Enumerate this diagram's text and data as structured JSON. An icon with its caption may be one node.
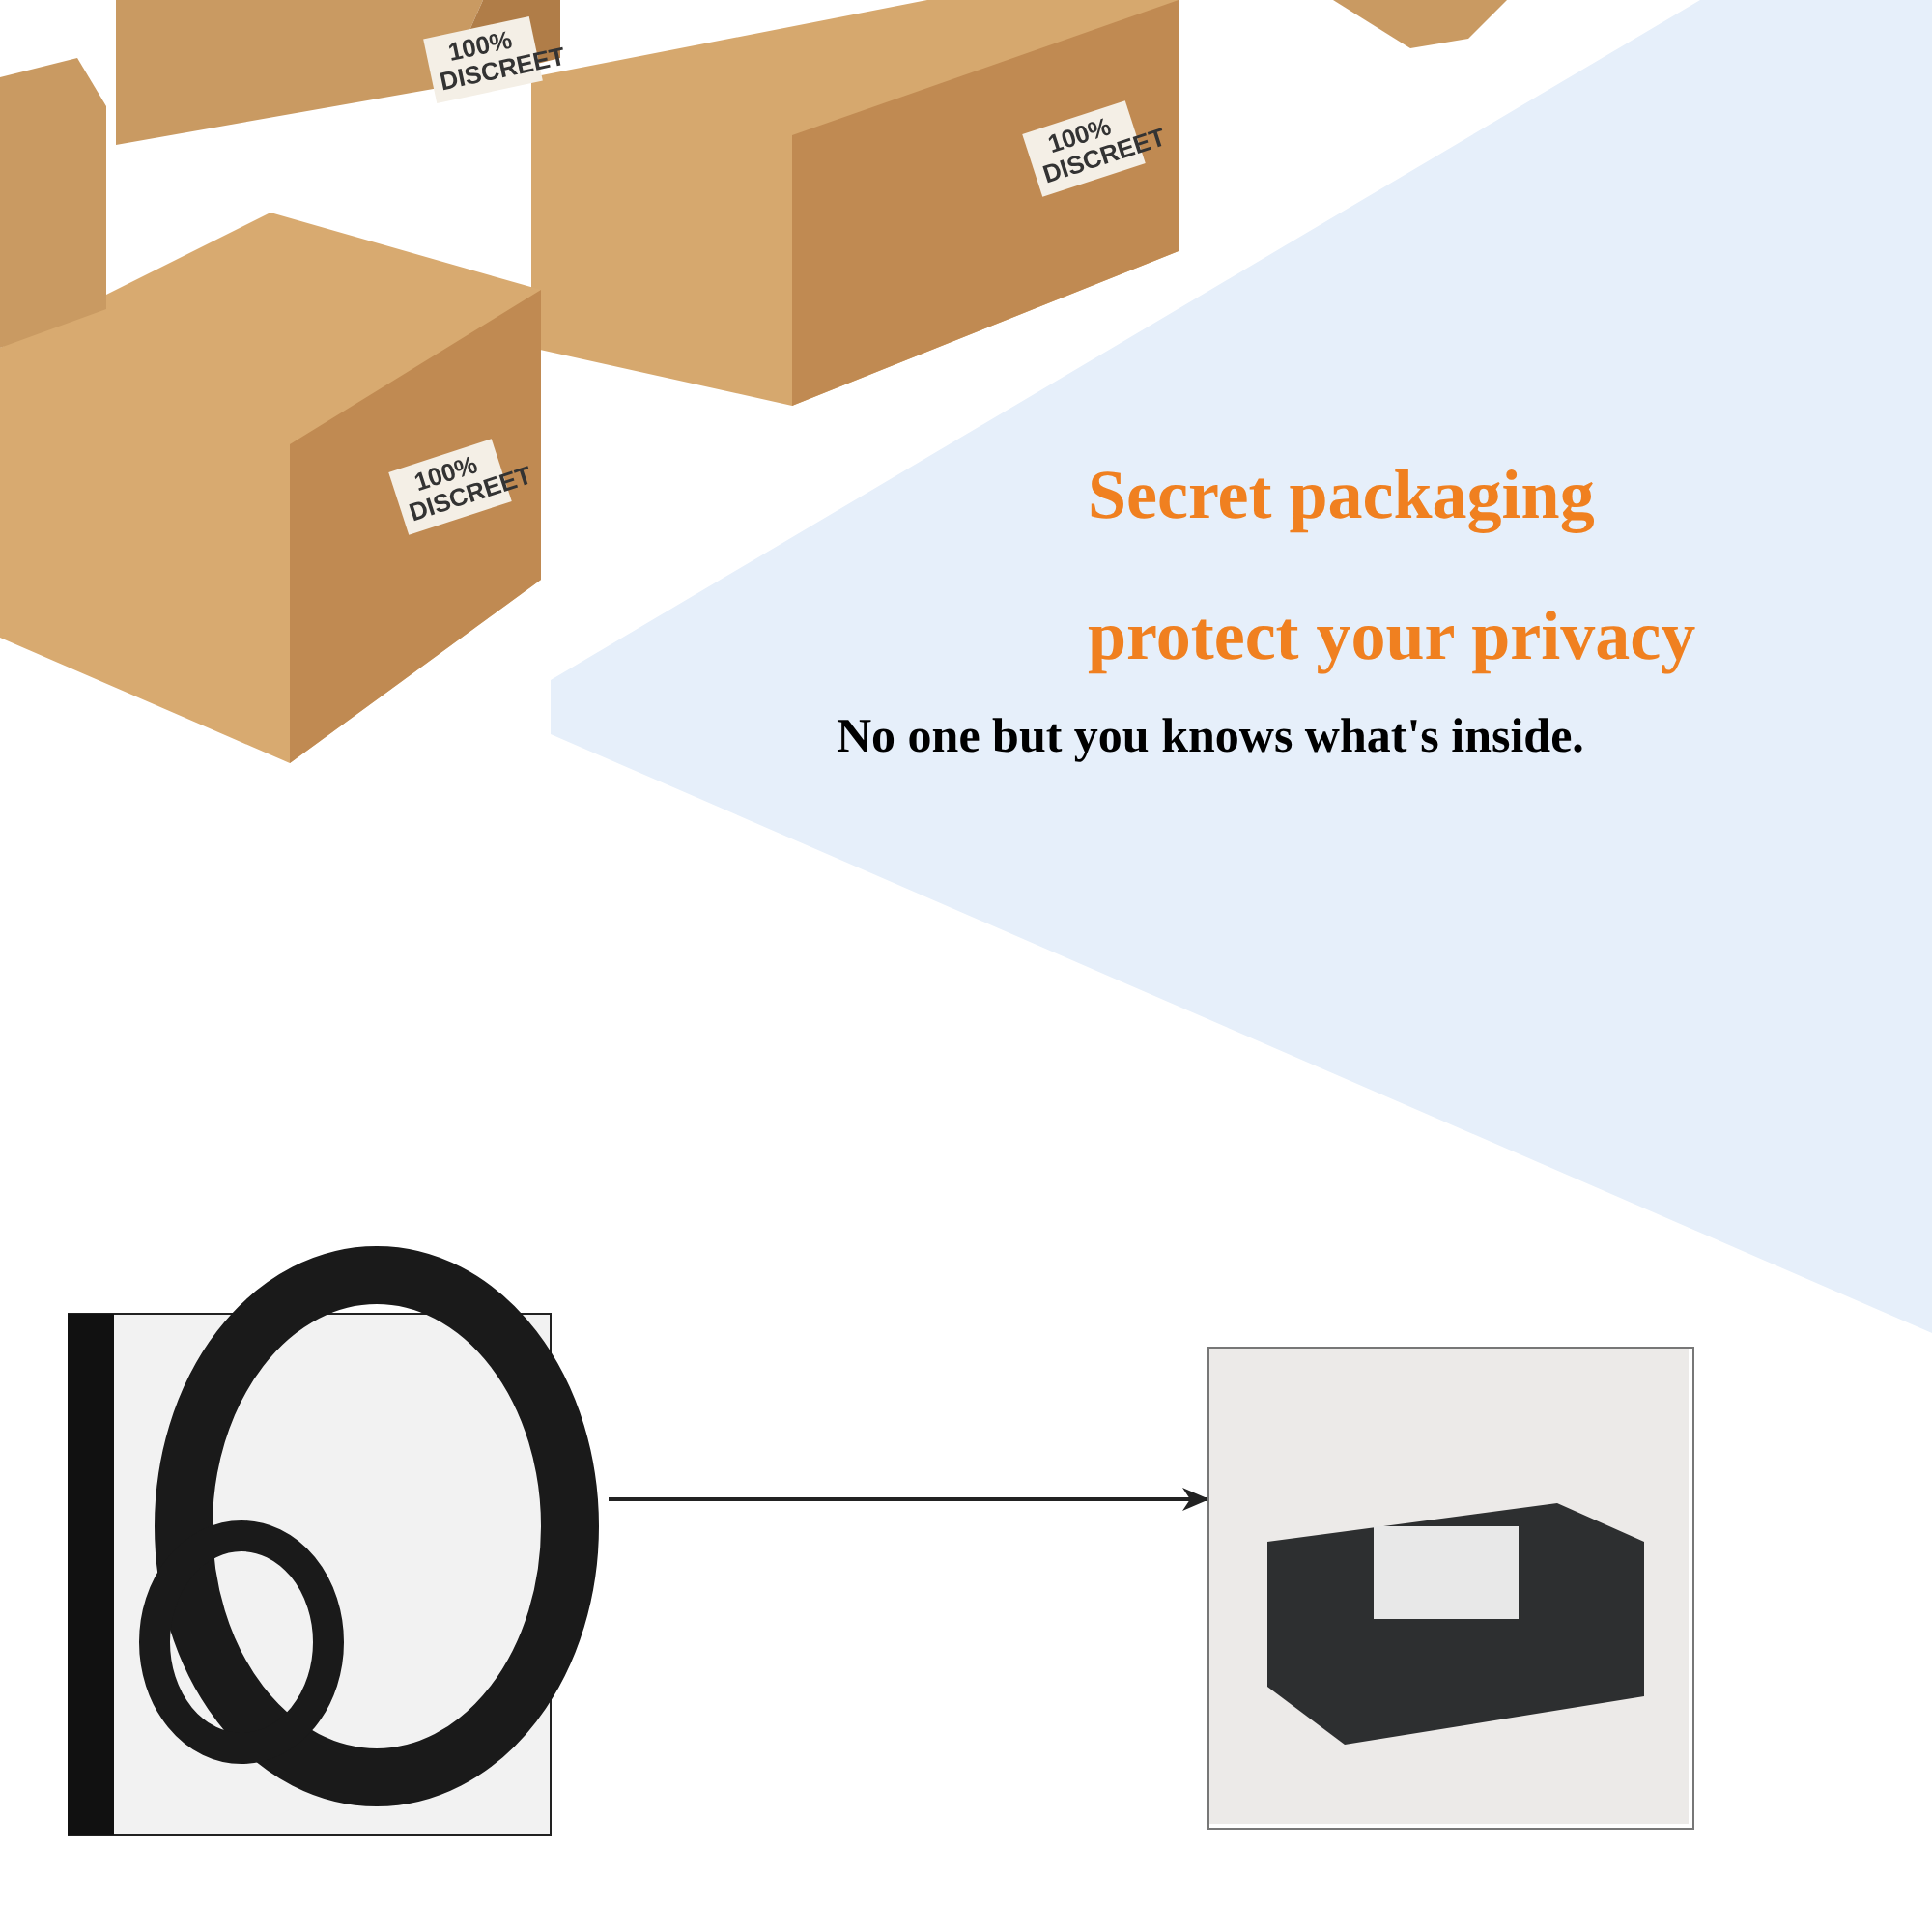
{
  "diagram": {
    "title": "Secret packaging protect your privacy",
    "nodes": [
      {
        "text": [],
        "shape": "picture"
      },
      {
        "text": [],
        "shape": "picture"
      }
    ],
    "edges": [
      {
        "from": 0,
        "to": 1,
        "arrow": "to"
      }
    ],
    "labels": [
      "100% DISCREET",
      "100% DISCREET",
      "100% DISCREET",
      "No one but you knows what's inside."
    ]
  }
}
